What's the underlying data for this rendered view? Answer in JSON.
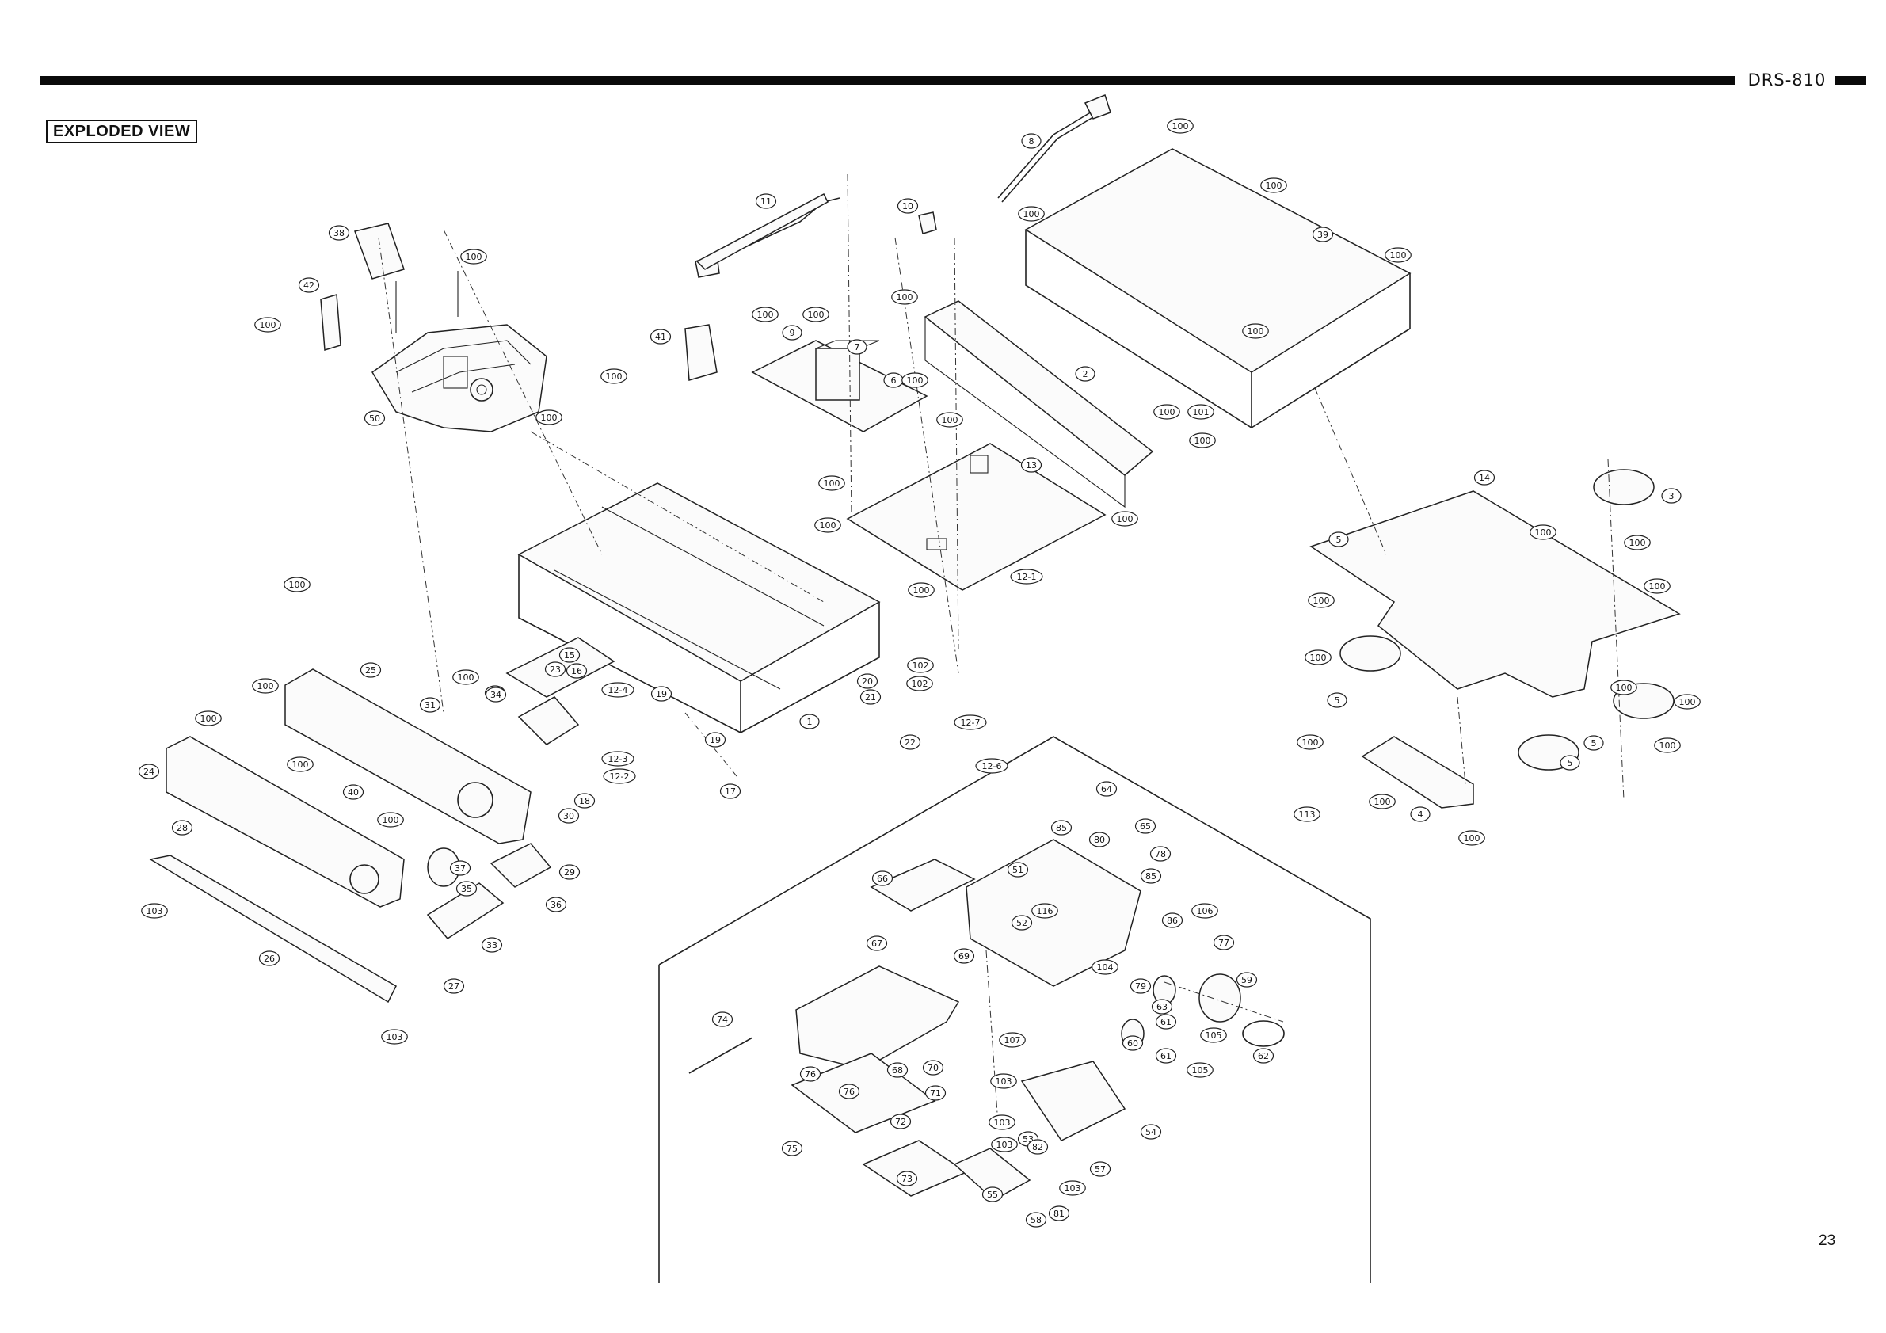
{
  "header": {
    "model": "DRS-810"
  },
  "section_title": "EXPLODED VIEW",
  "page_number": "23",
  "callouts": [
    {
      "label": "38"
    },
    {
      "label": "100"
    },
    {
      "label": "42"
    },
    {
      "label": "100"
    },
    {
      "label": "50"
    },
    {
      "label": "100"
    },
    {
      "label": "100"
    },
    {
      "label": "11"
    },
    {
      "label": "10"
    },
    {
      "label": "8"
    },
    {
      "label": "100"
    },
    {
      "label": "100"
    },
    {
      "label": "100"
    },
    {
      "label": "39"
    },
    {
      "label": "100"
    },
    {
      "label": "100"
    },
    {
      "label": "100"
    },
    {
      "label": "41"
    },
    {
      "label": "100"
    },
    {
      "label": "9"
    },
    {
      "label": "100"
    },
    {
      "label": "7"
    },
    {
      "label": "6"
    },
    {
      "label": "100"
    },
    {
      "label": "100"
    },
    {
      "label": "2"
    },
    {
      "label": "100"
    },
    {
      "label": "101"
    },
    {
      "label": "100"
    },
    {
      "label": "100"
    },
    {
      "label": "13"
    },
    {
      "label": "100"
    },
    {
      "label": "100"
    },
    {
      "label": "100"
    },
    {
      "label": "12-1"
    },
    {
      "label": "100"
    },
    {
      "label": "14"
    },
    {
      "label": "3"
    },
    {
      "label": "5"
    },
    {
      "label": "100"
    },
    {
      "label": "100"
    },
    {
      "label": "100"
    },
    {
      "label": "100"
    },
    {
      "label": "100"
    },
    {
      "label": "5"
    },
    {
      "label": "100"
    },
    {
      "label": "100"
    },
    {
      "label": "5"
    },
    {
      "label": "100"
    },
    {
      "label": "100"
    },
    {
      "label": "5"
    },
    {
      "label": "100"
    },
    {
      "label": "4"
    },
    {
      "label": "100"
    },
    {
      "label": "100"
    },
    {
      "label": "25"
    },
    {
      "label": "31"
    },
    {
      "label": "100"
    },
    {
      "label": "32"
    },
    {
      "label": "15"
    },
    {
      "label": "16"
    },
    {
      "label": "23"
    },
    {
      "label": "12-4"
    },
    {
      "label": "102"
    },
    {
      "label": "20"
    },
    {
      "label": "21"
    },
    {
      "label": "102"
    },
    {
      "label": "12-7"
    },
    {
      "label": "22"
    },
    {
      "label": "19"
    },
    {
      "label": "19"
    },
    {
      "label": "1"
    },
    {
      "label": "12-3"
    },
    {
      "label": "34"
    },
    {
      "label": "100"
    },
    {
      "label": "12-6"
    },
    {
      "label": "17"
    },
    {
      "label": "12-2"
    },
    {
      "label": "18"
    },
    {
      "label": "24"
    },
    {
      "label": "100"
    },
    {
      "label": "40"
    },
    {
      "label": "100"
    },
    {
      "label": "30"
    },
    {
      "label": "28"
    },
    {
      "label": "37"
    },
    {
      "label": "29"
    },
    {
      "label": "35"
    },
    {
      "label": "36"
    },
    {
      "label": "33"
    },
    {
      "label": "103"
    },
    {
      "label": "26"
    },
    {
      "label": "27"
    },
    {
      "label": "103"
    },
    {
      "label": "64"
    },
    {
      "label": "65"
    },
    {
      "label": "85"
    },
    {
      "label": "80"
    },
    {
      "label": "78"
    },
    {
      "label": "66"
    },
    {
      "label": "51"
    },
    {
      "label": "85"
    },
    {
      "label": "52"
    },
    {
      "label": "67"
    },
    {
      "label": "106"
    },
    {
      "label": "86"
    },
    {
      "label": "77"
    },
    {
      "label": "104"
    },
    {
      "label": "69"
    },
    {
      "label": "59"
    },
    {
      "label": "79"
    },
    {
      "label": "63"
    },
    {
      "label": "61"
    },
    {
      "label": "105"
    },
    {
      "label": "74"
    },
    {
      "label": "107"
    },
    {
      "label": "60"
    },
    {
      "label": "61"
    },
    {
      "label": "62"
    },
    {
      "label": "105"
    },
    {
      "label": "70"
    },
    {
      "label": "68"
    },
    {
      "label": "76"
    },
    {
      "label": "103"
    },
    {
      "label": "71"
    },
    {
      "label": "76"
    },
    {
      "label": "72"
    },
    {
      "label": "103"
    },
    {
      "label": "103"
    },
    {
      "label": "53"
    },
    {
      "label": "54"
    },
    {
      "label": "82"
    },
    {
      "label": "57"
    },
    {
      "label": "75"
    },
    {
      "label": "73"
    },
    {
      "label": "55"
    },
    {
      "label": "103"
    },
    {
      "label": "81"
    },
    {
      "label": "58"
    },
    {
      "label": "113"
    },
    {
      "label": "116"
    }
  ]
}
